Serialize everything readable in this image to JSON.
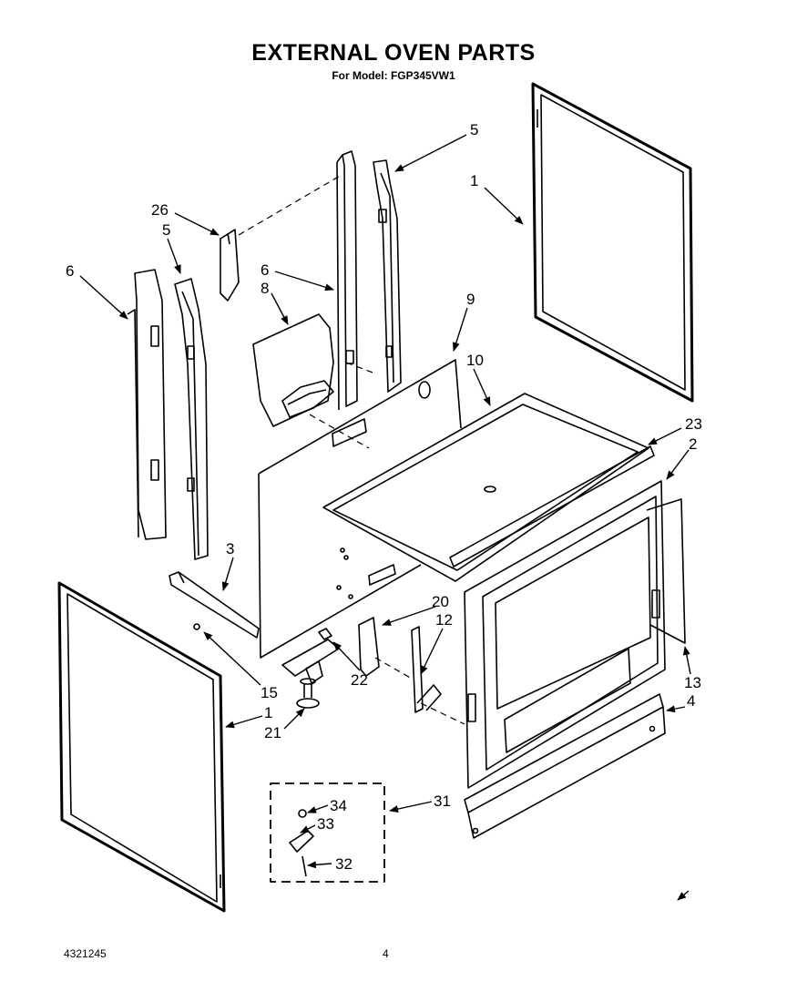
{
  "header": {
    "title": "EXTERNAL OVEN PARTS",
    "subtitle": "For Model: FGP345VW1"
  },
  "footer": {
    "doc_number": "4321245",
    "page_number": "4"
  },
  "callouts": {
    "c1_top": "1",
    "c5_top": "5",
    "c26": "26",
    "c5_left": "5",
    "c6_left": "6",
    "c6_mid": "6",
    "c8": "8",
    "c9": "9",
    "c10": "10",
    "c23": "23",
    "c2": "2",
    "c3": "3",
    "c20": "20",
    "c12": "12",
    "c22": "22",
    "c15": "15",
    "c1_bottom": "1",
    "c21": "21",
    "c13": "13",
    "c4": "4",
    "c31": "31",
    "c34": "34",
    "c33": "33",
    "c32": "32"
  }
}
